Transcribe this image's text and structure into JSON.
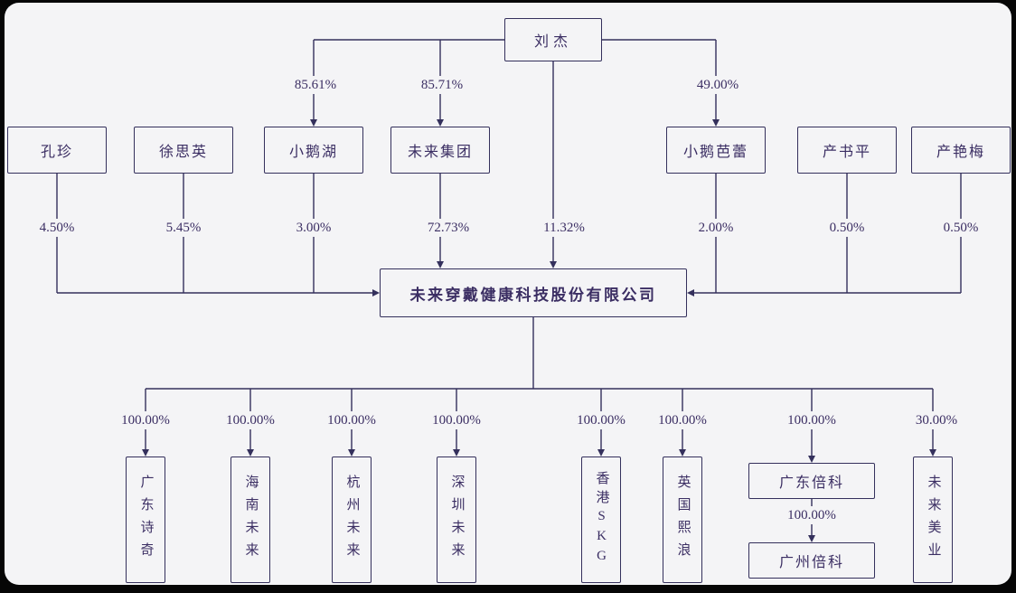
{
  "diagram": {
    "title_hint": "equity ownership structure chart",
    "root": {
      "label": "刘杰",
      "direct_stake": "11.32%"
    },
    "company": {
      "label": "未来穿戴健康科技股份有限公司"
    },
    "shareholders": [
      {
        "label": "孔珍",
        "stake": "4.50%"
      },
      {
        "label": "徐思英",
        "stake": "5.45%"
      },
      {
        "label": "小鹅湖",
        "stake": "3.00%",
        "stake_from_root": "85.61%"
      },
      {
        "label": "未来集团",
        "stake": "72.73%",
        "stake_from_root": "85.71%"
      },
      {
        "label": "小鹅芭蕾",
        "stake": "2.00%",
        "stake_from_root": "49.00%"
      },
      {
        "label": "产书平",
        "stake": "0.50%"
      },
      {
        "label": "产艳梅",
        "stake": "0.50%"
      }
    ],
    "subsidiaries": [
      {
        "label": "广东诗奇",
        "stake": "100.00%"
      },
      {
        "label": "海南未来",
        "stake": "100.00%"
      },
      {
        "label": "杭州未来",
        "stake": "100.00%"
      },
      {
        "label": "深圳未来",
        "stake": "100.00%"
      },
      {
        "label": "香港SKG",
        "stake": "100.00%"
      },
      {
        "label": "英国熙浪",
        "stake": "100.00%"
      },
      {
        "label": "广东倍科",
        "stake": "100.00%"
      },
      {
        "label": "未来美业",
        "stake": "30.00%"
      }
    ],
    "sub_subsidiary": {
      "label": "广州倍科",
      "stake": "100.00%"
    }
  },
  "colors": {
    "ink": "#3b2e63",
    "line": "#34305c",
    "paper": "#f4f4f6"
  }
}
